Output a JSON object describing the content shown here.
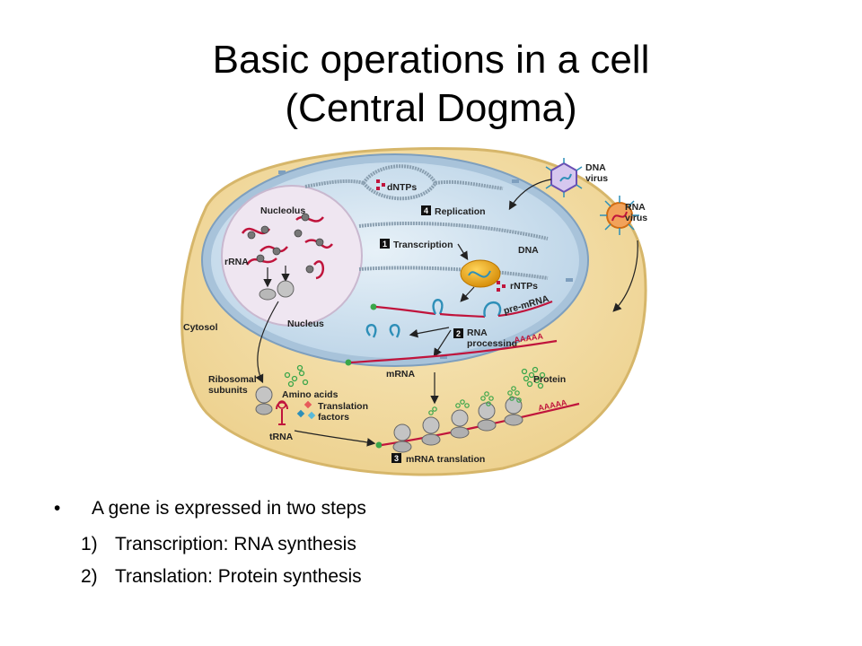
{
  "title": {
    "line1": "Basic operations in a cell",
    "line2": "(Central Dogma)"
  },
  "diagram": {
    "labels": {
      "nucleolus": "Nucleolus",
      "rrna": "rRNA",
      "nucleus": "Nucleus",
      "cytosol": "Cytosol",
      "dntps": "dNTPs",
      "replication": "Replication",
      "transcription": "Transcription",
      "dna": "DNA",
      "rntps": "rNTPs",
      "pre_mrna": "pre-mRNA",
      "rna_processing_1": "RNA",
      "rna_processing_2": "processing",
      "mrna": "mRNA",
      "aaaaa_1": "AAAAA",
      "aaaaa_2": "AAAAA",
      "ribosomal_1": "Ribosomal",
      "ribosomal_2": "subunits",
      "amino_acids": "Amino acids",
      "translation_factors_1": "Translation",
      "translation_factors_2": "factors",
      "trna": "tRNA",
      "protein": "Protein",
      "mrna_translation": "mRNA translation",
      "dna_virus_1": "DNA",
      "dna_virus_2": "virus",
      "rna_virus_1": "RNA",
      "rna_virus_2": "virus"
    },
    "steps": {
      "s1": "1",
      "s2": "2",
      "s3": "3",
      "s4": "4"
    },
    "colors": {
      "cytosol": "#f3dfa9",
      "cytosol_edge": "#d9bf7a",
      "nucleus": "#cfe0ee",
      "nucleus_edge": "#8aa7c4",
      "nucleolus": "#efe6f0",
      "rna": "#c0143c",
      "mrna_blue": "#2e8fb8",
      "polymerase": "#e8a412",
      "protein": "#7fcf9a"
    }
  },
  "bullets": {
    "main": "A gene is expressed in two steps",
    "marker": "•",
    "items": [
      {
        "num": "1)",
        "text": "Transcription: RNA synthesis"
      },
      {
        "num": "2)",
        "text": "Translation: Protein synthesis"
      }
    ]
  }
}
